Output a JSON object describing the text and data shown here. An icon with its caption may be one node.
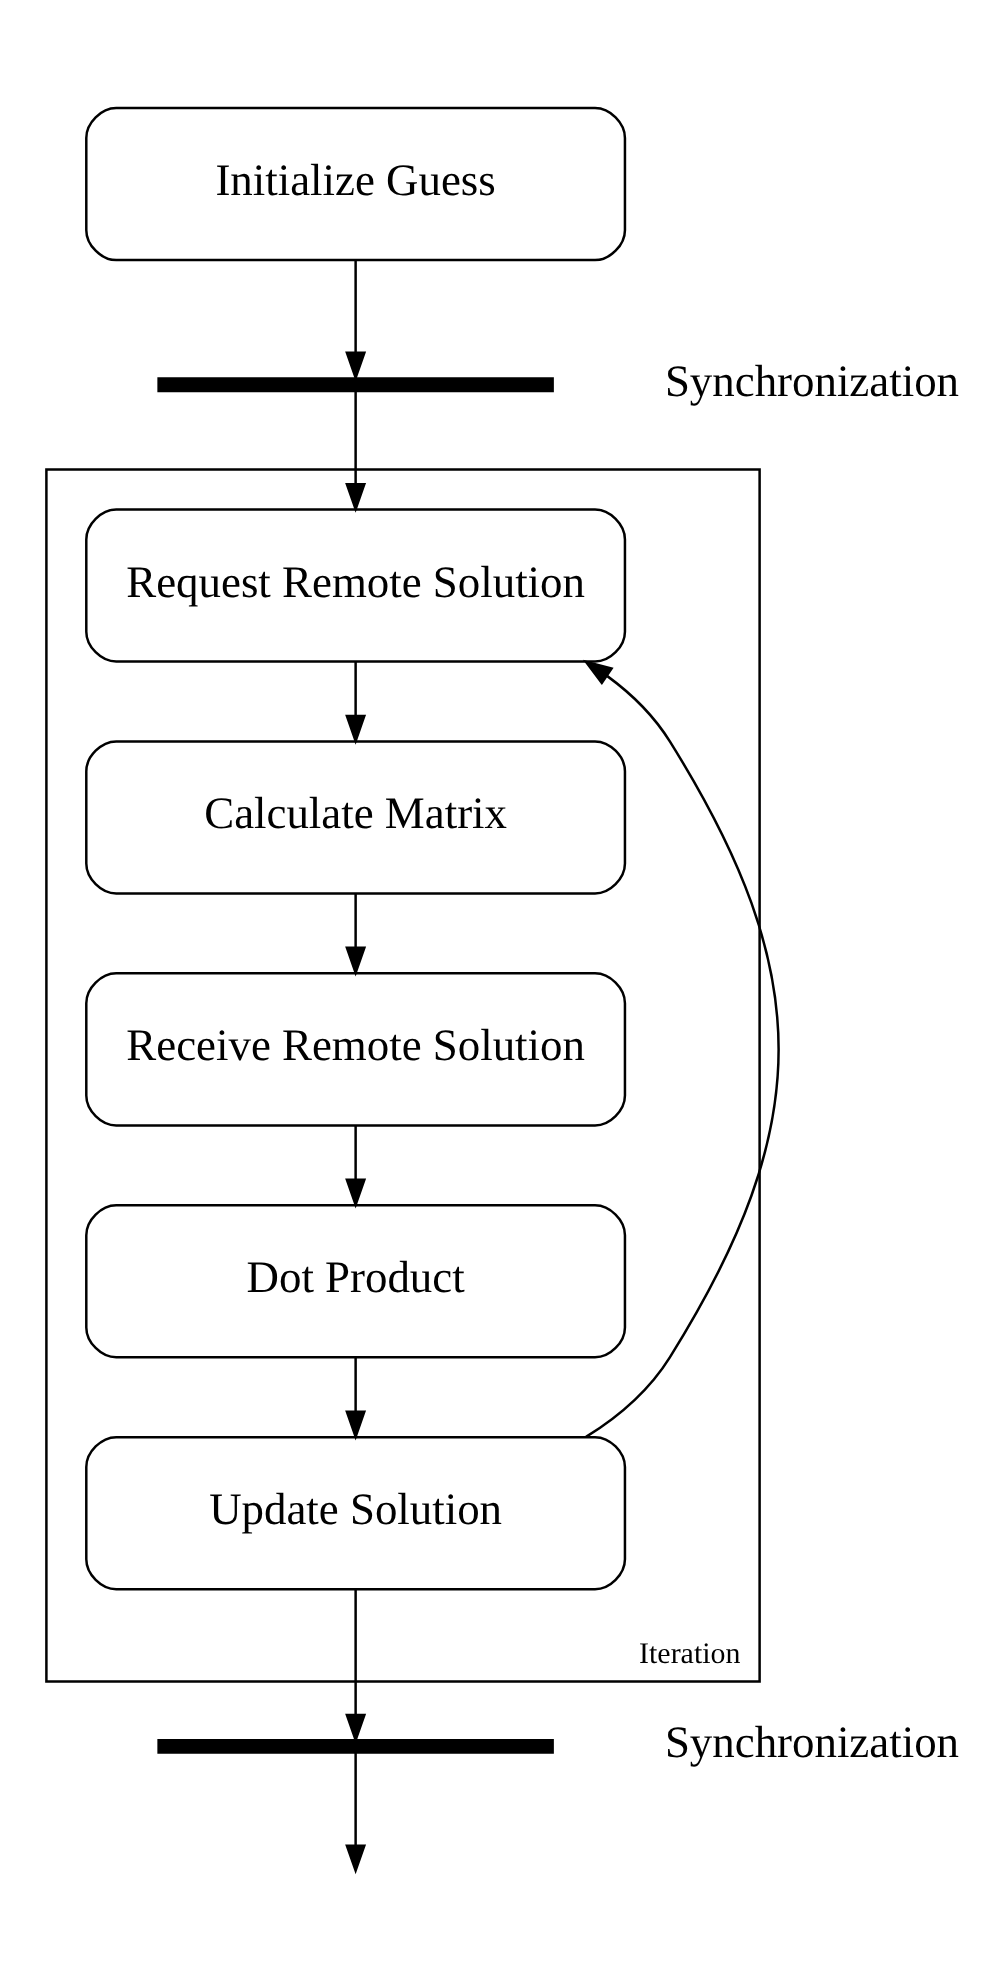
{
  "diagram": {
    "nodes": [
      {
        "text": [
          "Initialize Guess"
        ]
      },
      {
        "text": [],
        "shape": "bar",
        "beside": [
          "Synchronization"
        ]
      },
      {
        "text": [
          "Iteration"
        ]
      },
      {
        "text": [
          "Request Remote Solution"
        ],
        "in": 2
      },
      {
        "text": [
          "Calculate Matrix"
        ],
        "in": 2
      },
      {
        "text": [
          "Receive Remote Solution"
        ],
        "in": 2
      },
      {
        "text": [
          "Dot Product"
        ],
        "in": 2
      },
      {
        "text": [
          "Update Solution"
        ],
        "in": 2
      },
      {
        "text": [],
        "shape": "bar",
        "beside": [
          "Synchronization"
        ]
      }
    ],
    "edges": [
      {
        "from": 0,
        "to": 1,
        "arrow": "to"
      },
      {
        "from": 1,
        "to": 3,
        "arrow": "to"
      },
      {
        "from": 3,
        "to": 4,
        "arrow": "to"
      },
      {
        "from": 4,
        "to": 5,
        "arrow": "to"
      },
      {
        "from": 5,
        "to": 6,
        "arrow": "to"
      },
      {
        "from": 6,
        "to": 7,
        "arrow": "to"
      },
      {
        "from": 7,
        "to": 3,
        "arrow": "to"
      },
      {
        "from": 7,
        "to": 8,
        "arrow": "to"
      },
      {
        "from": 8,
        "to": null,
        "arrow": "to"
      }
    ]
  }
}
